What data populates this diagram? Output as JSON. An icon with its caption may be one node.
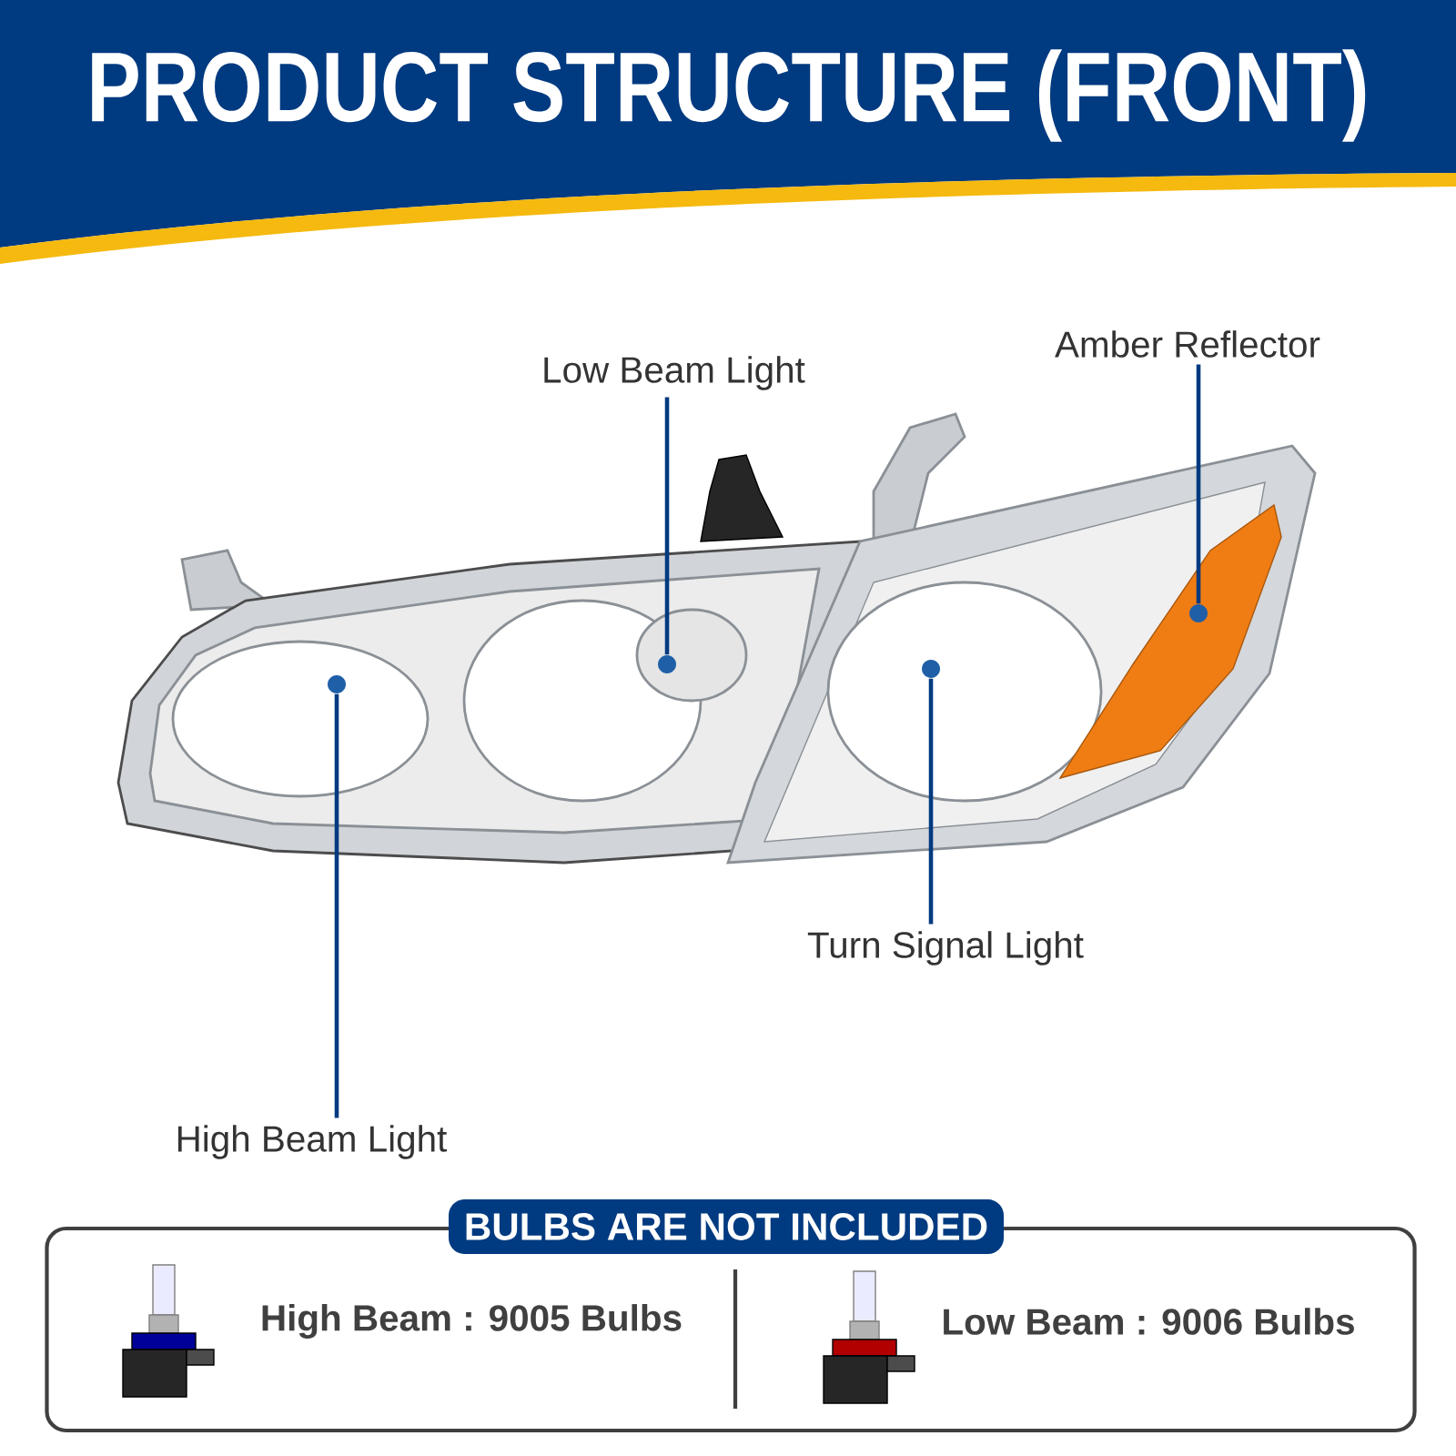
{
  "diagram": {
    "title": "PRODUCT STRUCTURE (FRONT)",
    "nodes": [
      {
        "text": [
          "Amber Reflector"
        ]
      },
      {
        "text": [],
        "shape": "circle"
      },
      {
        "text": [
          "Low Beam Light"
        ]
      },
      {
        "text": [],
        "shape": "circle"
      },
      {
        "text": [
          "Turn Signal Light"
        ]
      },
      {
        "text": [],
        "shape": "circle"
      },
      {
        "text": [
          "High Beam Light"
        ]
      },
      {
        "text": [],
        "shape": "circle"
      },
      {
        "text": [
          "BULBS ARE NOT INCLUDED"
        ]
      }
    ],
    "edges": [
      {
        "from": 0,
        "to": 1,
        "arrow": "none"
      },
      {
        "from": 2,
        "to": 3,
        "arrow": "none"
      },
      {
        "from": 4,
        "to": 5,
        "arrow": "none"
      },
      {
        "from": 6,
        "to": 7,
        "arrow": "none"
      }
    ],
    "labels": [
      "High Beam : 9005 Bulbs",
      "Low Beam : 9006 Bulbs"
    ]
  }
}
